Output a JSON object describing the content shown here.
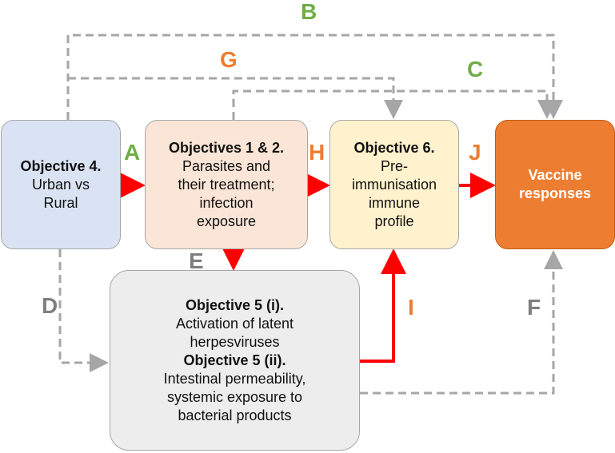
{
  "boxes": {
    "objective4": {
      "title": "Objective 4.",
      "desc": "Urban vs\nRural"
    },
    "objective1_2": {
      "title": "Objectives 1 & 2.",
      "desc": "Parasites and\ntheir treatment;\ninfection\nexposure"
    },
    "objective6": {
      "title": "Objective 6.",
      "desc": "Pre-\nimmunisation\nimmune\nprofile"
    },
    "vaccine": {
      "title": "Vaccine\nresponses"
    },
    "objective5": {
      "title_i": "Objective  5 (i).",
      "desc_i": "Activation of latent\nherpesviruses",
      "title_ii": "Objective 5 (ii).",
      "desc_ii": "Intestinal permeability,\nsystemic exposure to\nbacterial products"
    }
  },
  "arrow_labels": {
    "A": "A",
    "B": "B",
    "C": "C",
    "D": "D",
    "E": "E",
    "F": "F",
    "G": "G",
    "H": "H",
    "I": "I",
    "J": "J"
  },
  "colors": {
    "solid_arrow": "#ff0000",
    "dashed_arrow": "#a6a6a6",
    "label_green": "#70ad47",
    "label_orange": "#ed7d31",
    "label_grey": "#7f7f7f"
  }
}
